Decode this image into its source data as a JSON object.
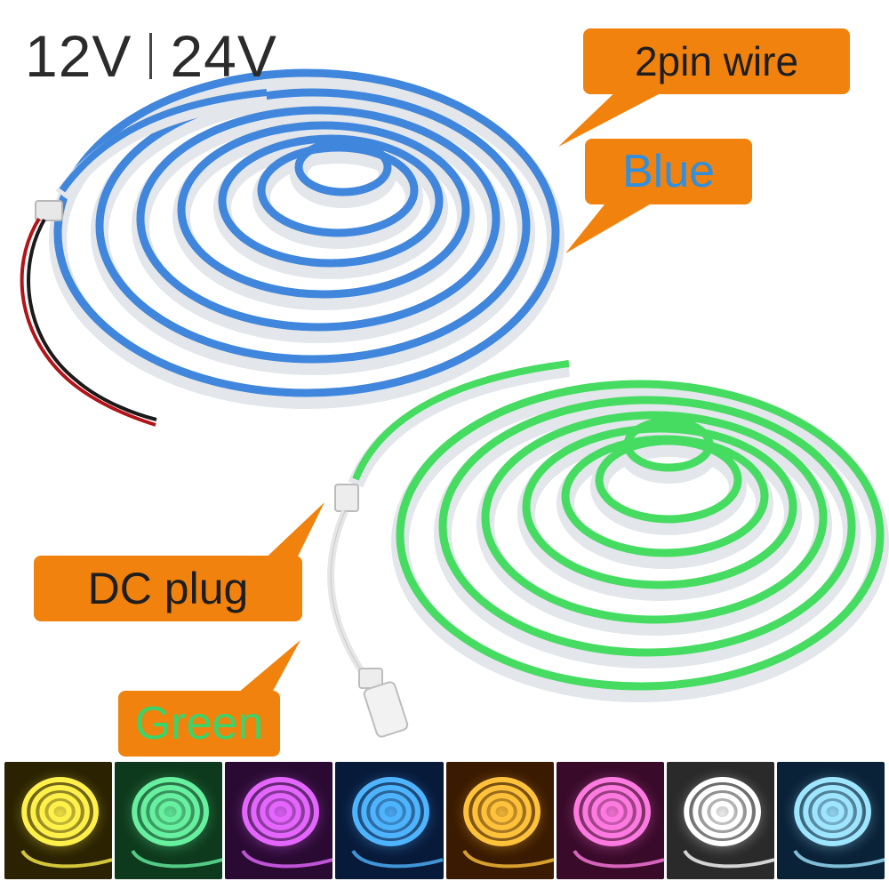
{
  "voltage": {
    "left": "12V",
    "right": "24V"
  },
  "callouts": {
    "wire": "2pin wire",
    "blue": "Blue",
    "dc": "DC plug",
    "green": "Green"
  },
  "colors": {
    "callout_bg": "#f0820d",
    "blue_label": "#2f8fe0",
    "green_label": "#3ad46a",
    "blue_strip": "#3f86dc",
    "green_strip": "#46dc62"
  },
  "swatches": [
    {
      "name": "yellow",
      "bg": "#2a2200",
      "glow": "#fff04a"
    },
    {
      "name": "green",
      "bg": "#0d3a1c",
      "glow": "#66f0a0"
    },
    {
      "name": "purple",
      "bg": "#2a0a33",
      "glow": "#e566ff"
    },
    {
      "name": "blue",
      "bg": "#071a3a",
      "glow": "#4fb4ff"
    },
    {
      "name": "orange",
      "bg": "#3a1a00",
      "glow": "#ffc23a"
    },
    {
      "name": "pink",
      "bg": "#3a0a2a",
      "glow": "#ff7ae0"
    },
    {
      "name": "white",
      "bg": "#2a2a2a",
      "glow": "#ffffff"
    },
    {
      "name": "ice-blue",
      "bg": "#0a2238",
      "glow": "#9ee6ff"
    }
  ]
}
